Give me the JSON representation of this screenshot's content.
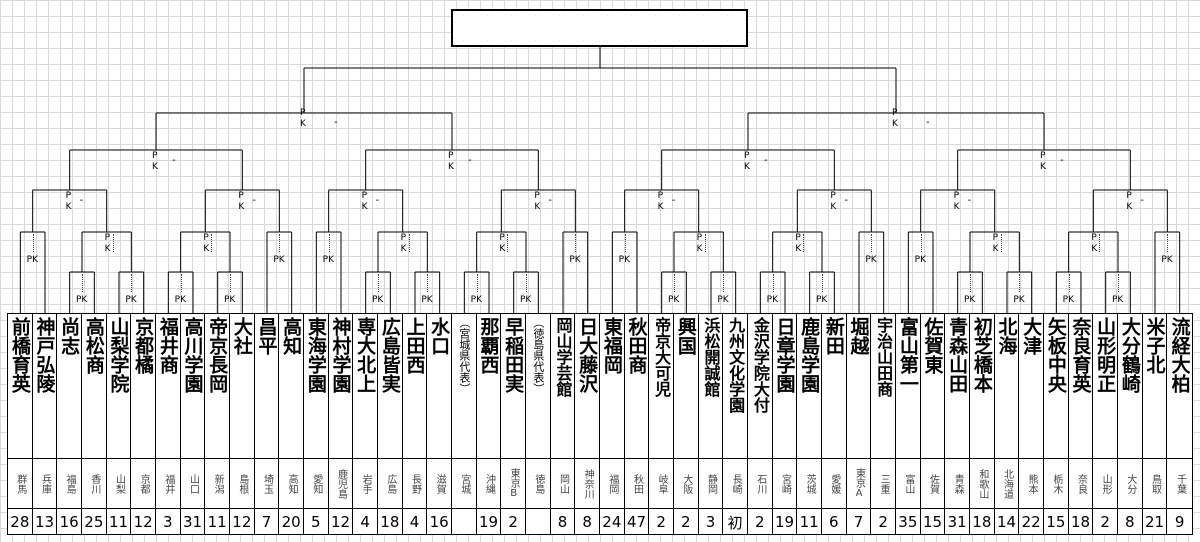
{
  "bracket": {
    "pk_label_small": "PK",
    "pk_label_stack": [
      "P",
      "K"
    ],
    "score_dash": "-"
  },
  "title_box": {
    "text": ""
  },
  "teams": [
    {
      "name": "前橋育英",
      "pref": "群馬",
      "count": "28"
    },
    {
      "name": "神戸弘陵",
      "pref": "兵庫",
      "count": "13"
    },
    {
      "name": "尚志",
      "pref": "福島",
      "count": "16"
    },
    {
      "name": "高松商",
      "pref": "香川",
      "count": "25"
    },
    {
      "name": "山梨学院",
      "pref": "山梨",
      "count": "11"
    },
    {
      "name": "京都橘",
      "pref": "京都",
      "count": "12"
    },
    {
      "name": "福井商",
      "pref": "福井",
      "count": "3"
    },
    {
      "name": "高川学園",
      "pref": "山口",
      "count": "31"
    },
    {
      "name": "帝京長岡",
      "pref": "新潟",
      "count": "11"
    },
    {
      "name": "大社",
      "pref": "島根",
      "count": "12"
    },
    {
      "name": "昌平",
      "pref": "埼玉",
      "count": "7"
    },
    {
      "name": "高知",
      "pref": "高知",
      "count": "20"
    },
    {
      "name": "東海学園",
      "pref": "愛知",
      "count": "5"
    },
    {
      "name": "神村学園",
      "pref": "鹿児島",
      "count": "12"
    },
    {
      "name": "専大北上",
      "pref": "岩手",
      "count": "4"
    },
    {
      "name": "広島皆実",
      "pref": "広島",
      "count": "18"
    },
    {
      "name": "上田西",
      "pref": "長野",
      "count": "4"
    },
    {
      "name": "水口",
      "pref": "滋賀",
      "count": "16"
    },
    {
      "name": "（宮城県代表）",
      "pref": "宮城",
      "count": ""
    },
    {
      "name": "那覇西",
      "pref": "沖縄",
      "count": "19"
    },
    {
      "name": "早稲田実",
      "pref": "東京B",
      "count": "2"
    },
    {
      "name": "（徳島県代表）",
      "pref": "徳島",
      "count": ""
    },
    {
      "name": "岡山学芸館",
      "pref": "岡山",
      "count": "8"
    },
    {
      "name": "日大藤沢",
      "pref": "神奈川",
      "count": "8"
    },
    {
      "name": "東福岡",
      "pref": "福岡",
      "count": "24"
    },
    {
      "name": "秋田商",
      "pref": "秋田",
      "count": "47"
    },
    {
      "name": "帝京大可児",
      "pref": "岐阜",
      "count": "2"
    },
    {
      "name": "興国",
      "pref": "大阪",
      "count": "2"
    },
    {
      "name": "浜松開誠館",
      "pref": "静岡",
      "count": "3"
    },
    {
      "name": "九州文化学園",
      "pref": "長崎",
      "count": "初"
    },
    {
      "name": "金沢学院大付",
      "pref": "石川",
      "count": "2"
    },
    {
      "name": "日章学園",
      "pref": "宮崎",
      "count": "19"
    },
    {
      "name": "鹿島学園",
      "pref": "茨城",
      "count": "11"
    },
    {
      "name": "新田",
      "pref": "愛媛",
      "count": "6"
    },
    {
      "name": "堀越",
      "pref": "東京A",
      "count": "7"
    },
    {
      "name": "宇治山田商",
      "pref": "三重",
      "count": "2"
    },
    {
      "name": "富山第一",
      "pref": "富山",
      "count": "35"
    },
    {
      "name": "佐賀東",
      "pref": "佐賀",
      "count": "15"
    },
    {
      "name": "青森山田",
      "pref": "青森",
      "count": "31"
    },
    {
      "name": "初芝橋本",
      "pref": "和歌山",
      "count": "18"
    },
    {
      "name": "北海",
      "pref": "北海道",
      "count": "14"
    },
    {
      "name": "大津",
      "pref": "熊本",
      "count": "22"
    },
    {
      "name": "矢板中央",
      "pref": "栃木",
      "count": "15"
    },
    {
      "name": "奈良育英",
      "pref": "奈良",
      "count": "18"
    },
    {
      "name": "山形明正",
      "pref": "山形",
      "count": "2"
    },
    {
      "name": "大分鶴崎",
      "pref": "大分",
      "count": "8"
    },
    {
      "name": "米子北",
      "pref": "鳥取",
      "count": "21"
    },
    {
      "name": "流経大柏",
      "pref": "千葉",
      "count": "9"
    }
  ]
}
